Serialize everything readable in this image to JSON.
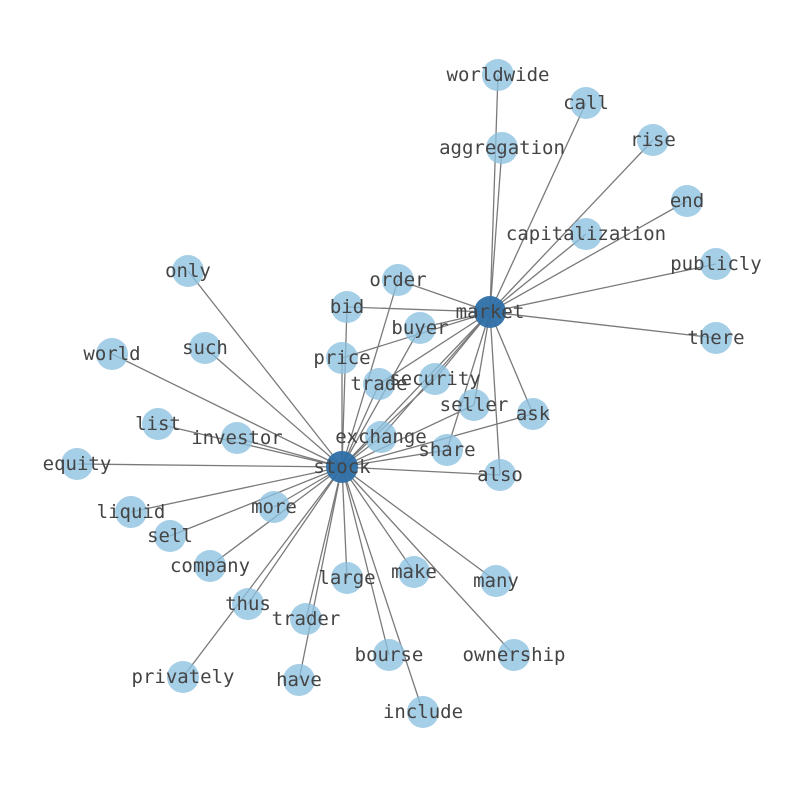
{
  "colors": {
    "hub_node": "#2e6fa8",
    "leaf_node": "#8cc0e0",
    "edge": "#7a7a7a",
    "label": "#444444"
  },
  "hubs": [
    "stock",
    "market"
  ],
  "nodes": [
    {
      "id": "stock",
      "label": "stock",
      "hub": true
    },
    {
      "id": "market",
      "label": "market",
      "hub": true
    },
    {
      "id": "worldwide",
      "label": "worldwide"
    },
    {
      "id": "call",
      "label": "call"
    },
    {
      "id": "aggregation",
      "label": "aggregation"
    },
    {
      "id": "rise",
      "label": "rise"
    },
    {
      "id": "end",
      "label": "end"
    },
    {
      "id": "capitalization",
      "label": "capitalization"
    },
    {
      "id": "publicly",
      "label": "publicly"
    },
    {
      "id": "there",
      "label": "there"
    },
    {
      "id": "order",
      "label": "order"
    },
    {
      "id": "bid",
      "label": "bid"
    },
    {
      "id": "buyer",
      "label": "buyer"
    },
    {
      "id": "price",
      "label": "price"
    },
    {
      "id": "trade",
      "label": "trade"
    },
    {
      "id": "security",
      "label": "security"
    },
    {
      "id": "seller",
      "label": "seller"
    },
    {
      "id": "ask",
      "label": "ask"
    },
    {
      "id": "exchange",
      "label": "exchange"
    },
    {
      "id": "share",
      "label": "share"
    },
    {
      "id": "also",
      "label": "also"
    },
    {
      "id": "only",
      "label": "only"
    },
    {
      "id": "such",
      "label": "such"
    },
    {
      "id": "world",
      "label": "world"
    },
    {
      "id": "list",
      "label": "list"
    },
    {
      "id": "investor",
      "label": "investor"
    },
    {
      "id": "equity",
      "label": "equity"
    },
    {
      "id": "liquid",
      "label": "liquid"
    },
    {
      "id": "more",
      "label": "more"
    },
    {
      "id": "sell",
      "label": "sell"
    },
    {
      "id": "company",
      "label": "company"
    },
    {
      "id": "large",
      "label": "large"
    },
    {
      "id": "make",
      "label": "make"
    },
    {
      "id": "many",
      "label": "many"
    },
    {
      "id": "thus",
      "label": "thus"
    },
    {
      "id": "trader",
      "label": "trader"
    },
    {
      "id": "bourse",
      "label": "bourse"
    },
    {
      "id": "ownership",
      "label": "ownership"
    },
    {
      "id": "privately",
      "label": "privately"
    },
    {
      "id": "have",
      "label": "have"
    },
    {
      "id": "include",
      "label": "include"
    }
  ],
  "edges": [
    [
      "market",
      "worldwide"
    ],
    [
      "market",
      "call"
    ],
    [
      "market",
      "aggregation"
    ],
    [
      "market",
      "rise"
    ],
    [
      "market",
      "end"
    ],
    [
      "market",
      "capitalization"
    ],
    [
      "market",
      "publicly"
    ],
    [
      "market",
      "there"
    ],
    [
      "market",
      "order"
    ],
    [
      "market",
      "bid"
    ],
    [
      "market",
      "buyer"
    ],
    [
      "market",
      "price"
    ],
    [
      "market",
      "trade"
    ],
    [
      "market",
      "security"
    ],
    [
      "market",
      "seller"
    ],
    [
      "market",
      "ask"
    ],
    [
      "market",
      "exchange"
    ],
    [
      "market",
      "share"
    ],
    [
      "market",
      "also"
    ],
    [
      "market",
      "stock"
    ],
    [
      "stock",
      "order"
    ],
    [
      "stock",
      "bid"
    ],
    [
      "stock",
      "buyer"
    ],
    [
      "stock",
      "price"
    ],
    [
      "stock",
      "trade"
    ],
    [
      "stock",
      "security"
    ],
    [
      "stock",
      "seller"
    ],
    [
      "stock",
      "ask"
    ],
    [
      "stock",
      "exchange"
    ],
    [
      "stock",
      "share"
    ],
    [
      "stock",
      "also"
    ],
    [
      "stock",
      "only"
    ],
    [
      "stock",
      "such"
    ],
    [
      "stock",
      "world"
    ],
    [
      "stock",
      "list"
    ],
    [
      "stock",
      "investor"
    ],
    [
      "stock",
      "equity"
    ],
    [
      "stock",
      "liquid"
    ],
    [
      "stock",
      "more"
    ],
    [
      "stock",
      "sell"
    ],
    [
      "stock",
      "company"
    ],
    [
      "stock",
      "large"
    ],
    [
      "stock",
      "make"
    ],
    [
      "stock",
      "many"
    ],
    [
      "stock",
      "thus"
    ],
    [
      "stock",
      "trader"
    ],
    [
      "stock",
      "bourse"
    ],
    [
      "stock",
      "ownership"
    ],
    [
      "stock",
      "privately"
    ],
    [
      "stock",
      "have"
    ],
    [
      "stock",
      "include"
    ]
  ]
}
